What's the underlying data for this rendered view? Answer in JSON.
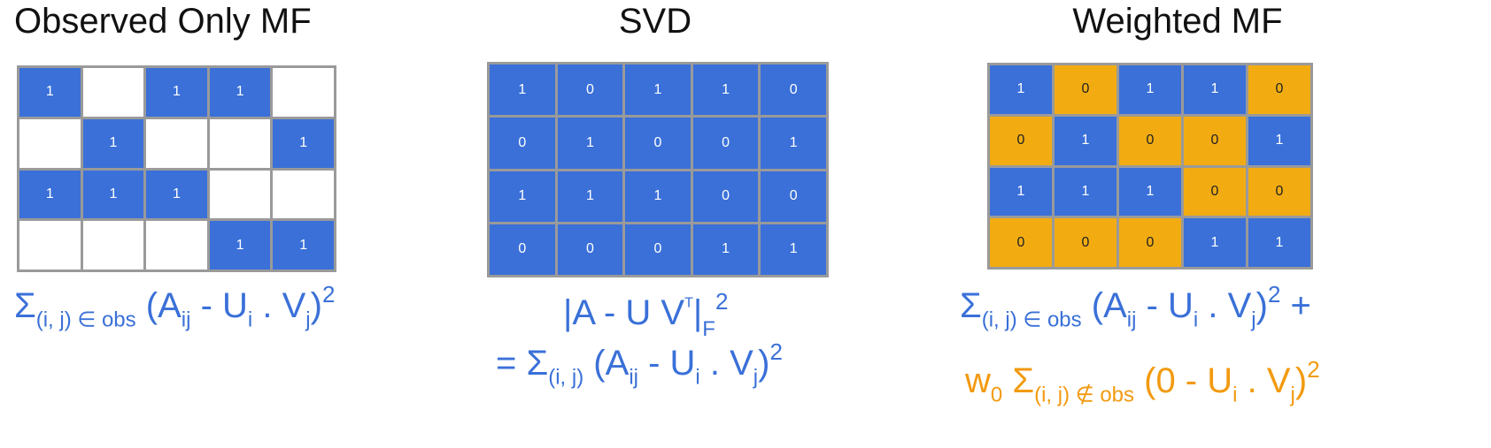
{
  "colors": {
    "blue": "#3a70d8",
    "gold": "#f2ac12",
    "gold_text": "#f29a10",
    "grid_border": "#9a9a9a"
  },
  "panels": [
    {
      "title": "Observed Only MF",
      "matrix": [
        [
          "1",
          "",
          "1",
          "1",
          ""
        ],
        [
          "",
          "1",
          "",
          "",
          "1"
        ],
        [
          "1",
          "1",
          "1",
          "",
          ""
        ],
        [
          "",
          "",
          "",
          "1",
          "1"
        ]
      ],
      "formula": {
        "sigma": "Σ",
        "sum_sub": "(i, j) ∈ obs",
        "open": "(A",
        "a_sub": "ij",
        "minus_u": " - U",
        "u_sub": "i",
        "dot_v": " . V",
        "v_sub": "j",
        "close": ")",
        "exp": "2"
      }
    },
    {
      "title": "SVD",
      "matrix": [
        [
          "1",
          "0",
          "1",
          "1",
          "0"
        ],
        [
          "0",
          "1",
          "0",
          "0",
          "1"
        ],
        [
          "1",
          "1",
          "1",
          "0",
          "0"
        ],
        [
          "0",
          "0",
          "0",
          "1",
          "1"
        ]
      ],
      "formula": {
        "line1_a": "|A - U V",
        "line1_t": "T",
        "line1_bar": "|",
        "line1_f": "F",
        "line1_exp": "2",
        "eq_sigma": "= Σ",
        "sum_sub": "(i, j)",
        "open": " (A",
        "a_sub": "ij",
        "minus_u": " - U",
        "u_sub": "i",
        "dot_v": " . V",
        "v_sub": "j",
        "close": ")",
        "exp": "2"
      }
    },
    {
      "title": "Weighted MF",
      "matrix": [
        [
          "1",
          "0",
          "1",
          "1",
          "0"
        ],
        [
          "0",
          "1",
          "0",
          "0",
          "1"
        ],
        [
          "1",
          "1",
          "1",
          "0",
          "0"
        ],
        [
          "0",
          "0",
          "0",
          "1",
          "1"
        ]
      ],
      "formula": {
        "sigma": "Σ",
        "sum_sub": "(i, j) ∈ obs",
        "open": "(A",
        "a_sub": "ij",
        "minus_u": " - U",
        "u_sub": "i",
        "dot_v": " . V",
        "v_sub": "j",
        "close": ")",
        "exp": "2",
        "plus": " +",
        "w": "w",
        "w_sub": "0",
        "sigma2": " Σ",
        "sum_sub2": "(i, j) ∉ obs",
        "open2": " (0 - U",
        "u_sub2": "i",
        "dot_v2": " . V",
        "v_sub2": "j",
        "close2": ")",
        "exp2": "2"
      }
    }
  ]
}
